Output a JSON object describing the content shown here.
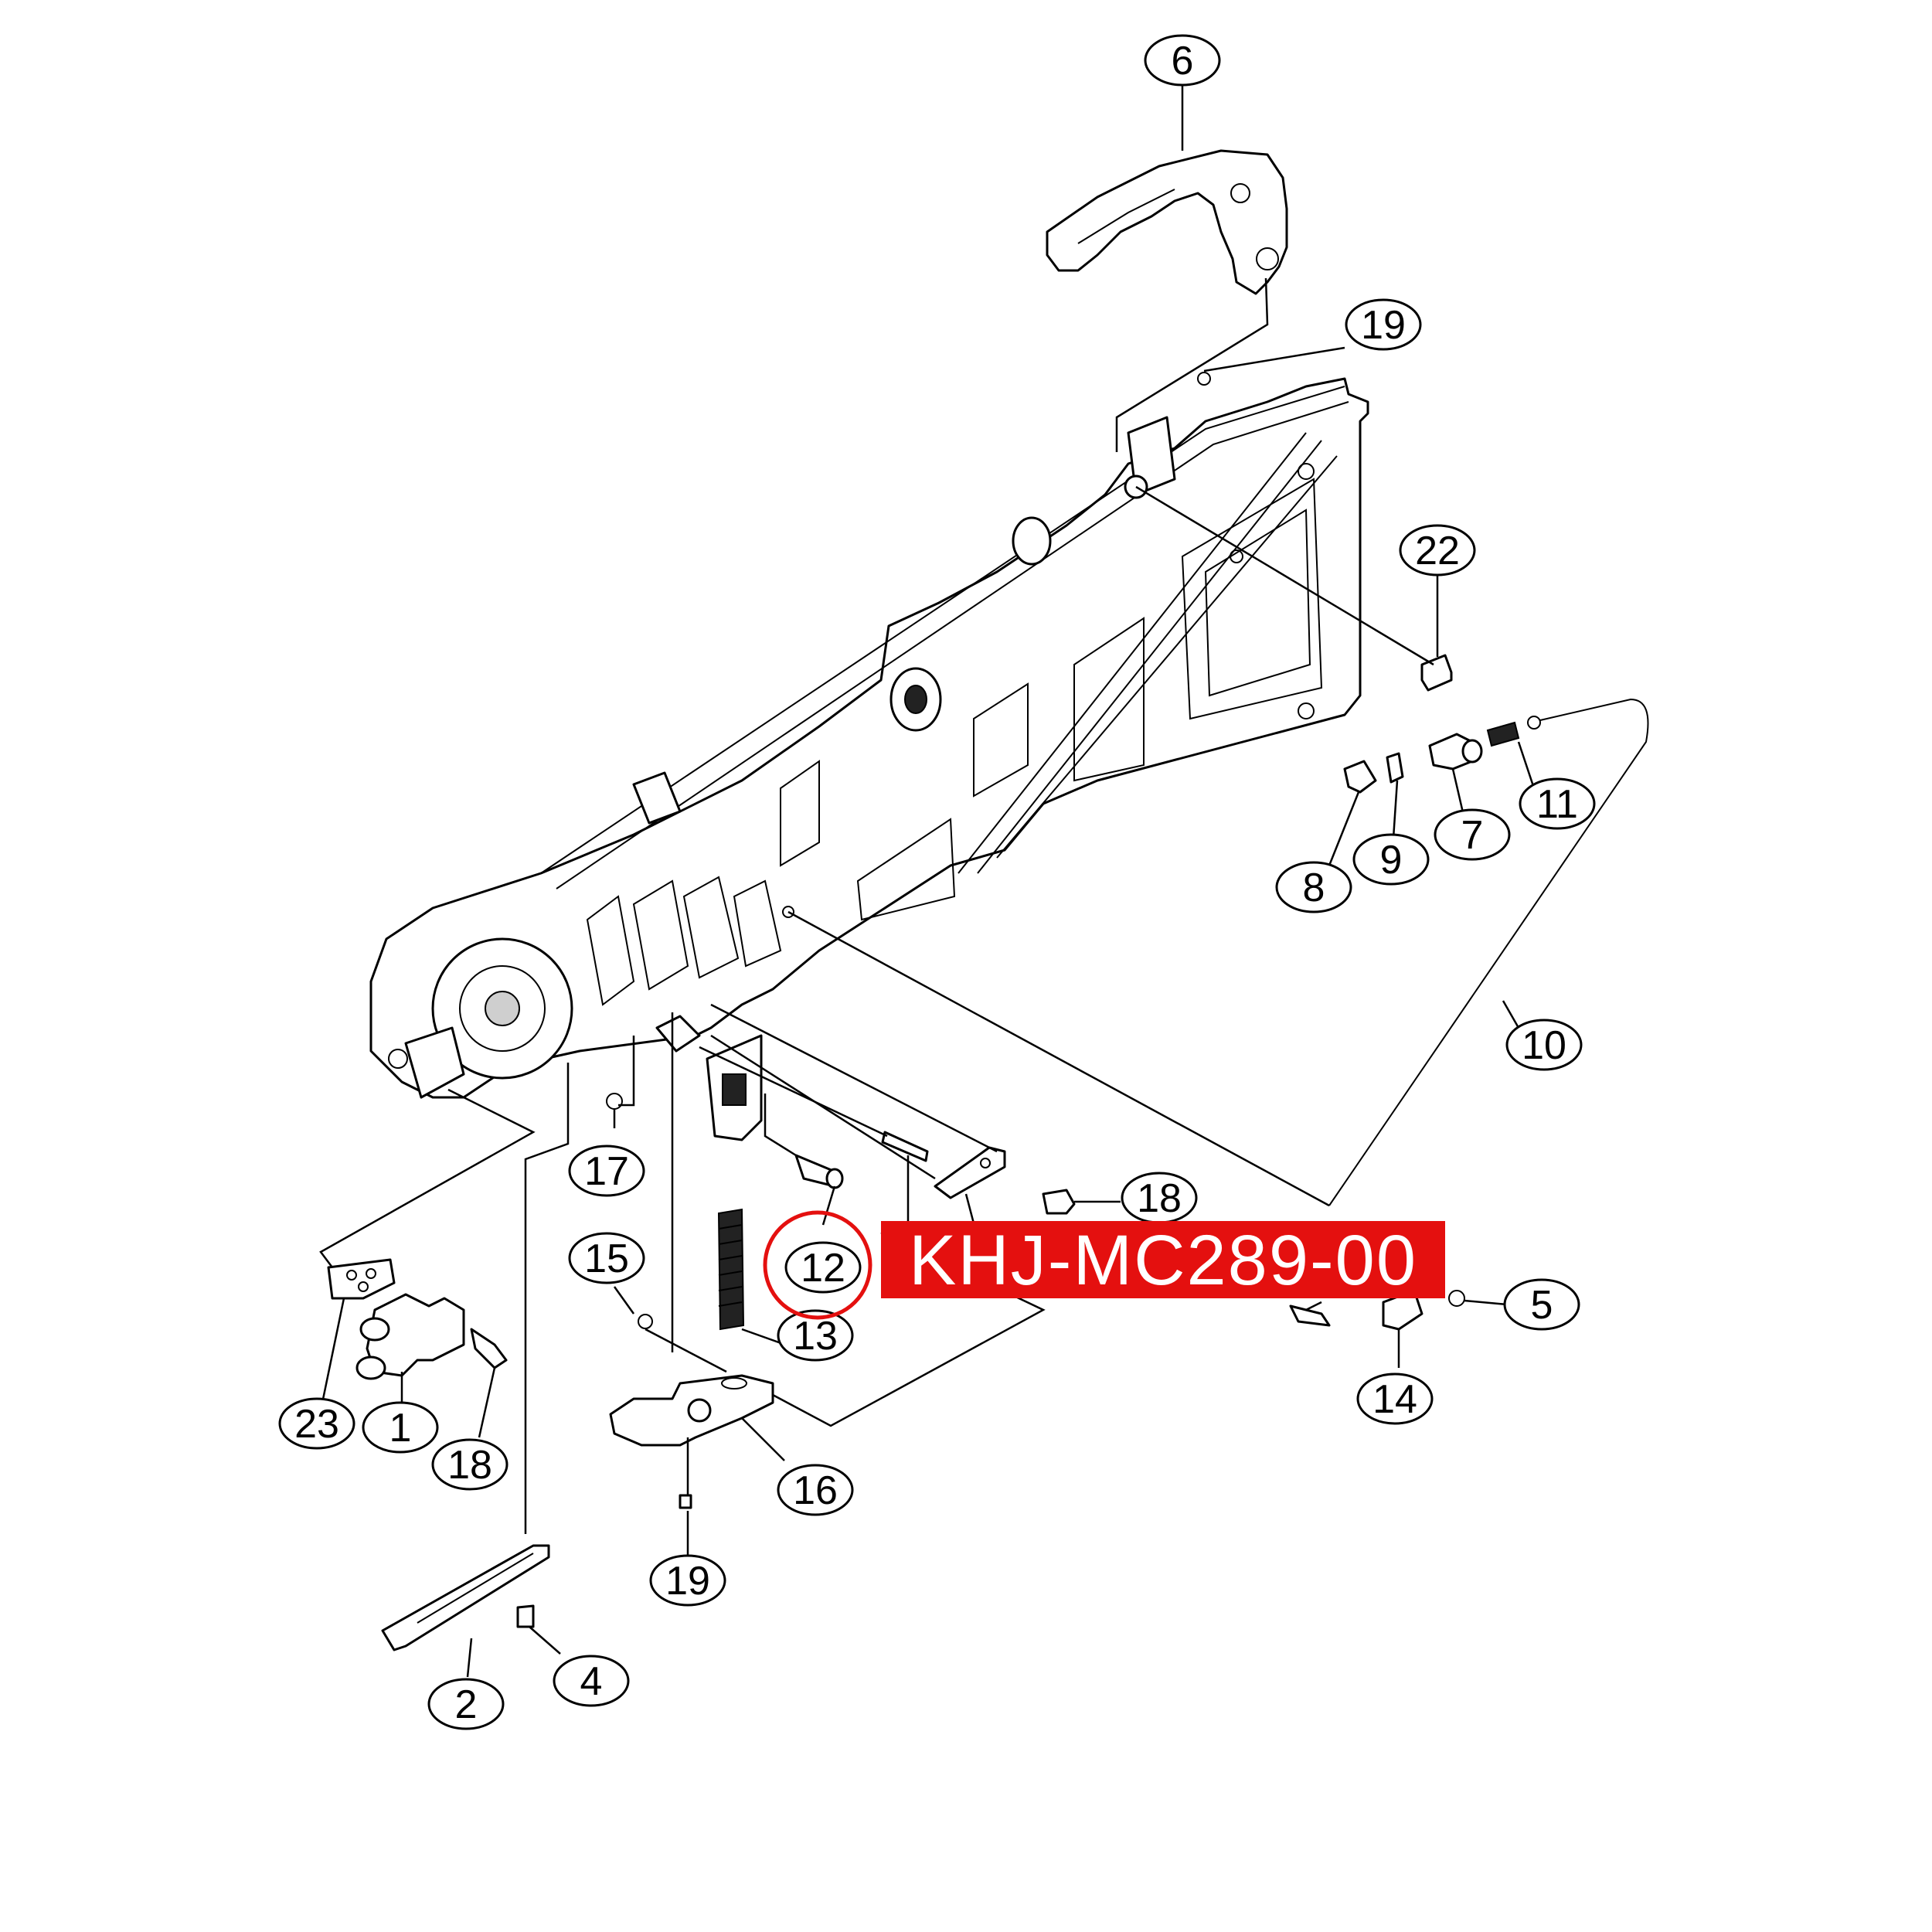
{
  "callouts": [
    "6",
    "19",
    "22",
    "11",
    "7",
    "9",
    "8",
    "10",
    "18",
    "17",
    "12",
    "15",
    "13",
    "5",
    "14",
    "23",
    "1",
    "18",
    "16",
    "19",
    "2",
    "4"
  ],
  "part_code": "KHJ-MC289-00",
  "highlighted_callout": "12",
  "colors": {
    "banner": "#e4100f",
    "banner_text": "#ffffff",
    "ink": "#000000",
    "highlight_ring": "#e4100f"
  }
}
